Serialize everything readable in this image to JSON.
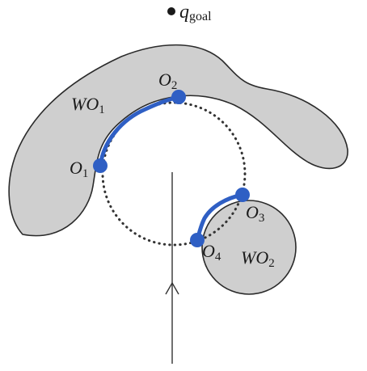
{
  "labels": {
    "goal_main": "q",
    "goal_sub": "goal",
    "wo1_main": "WO",
    "wo1_sub": "1",
    "wo2_main": "WO",
    "wo2_sub": "2",
    "o1_main": "O",
    "o1_sub": "1",
    "o2_main": "O",
    "o2_sub": "2",
    "o3_main": "O",
    "o3_sub": "3",
    "o4_main": "O",
    "o4_sub": "4"
  },
  "colors": {
    "obstacle_fill": "#cfcfcf",
    "obstacle_stroke": "#2a2a2a",
    "highlight": "#2f5fc4",
    "ink": "#1a1a1a"
  }
}
